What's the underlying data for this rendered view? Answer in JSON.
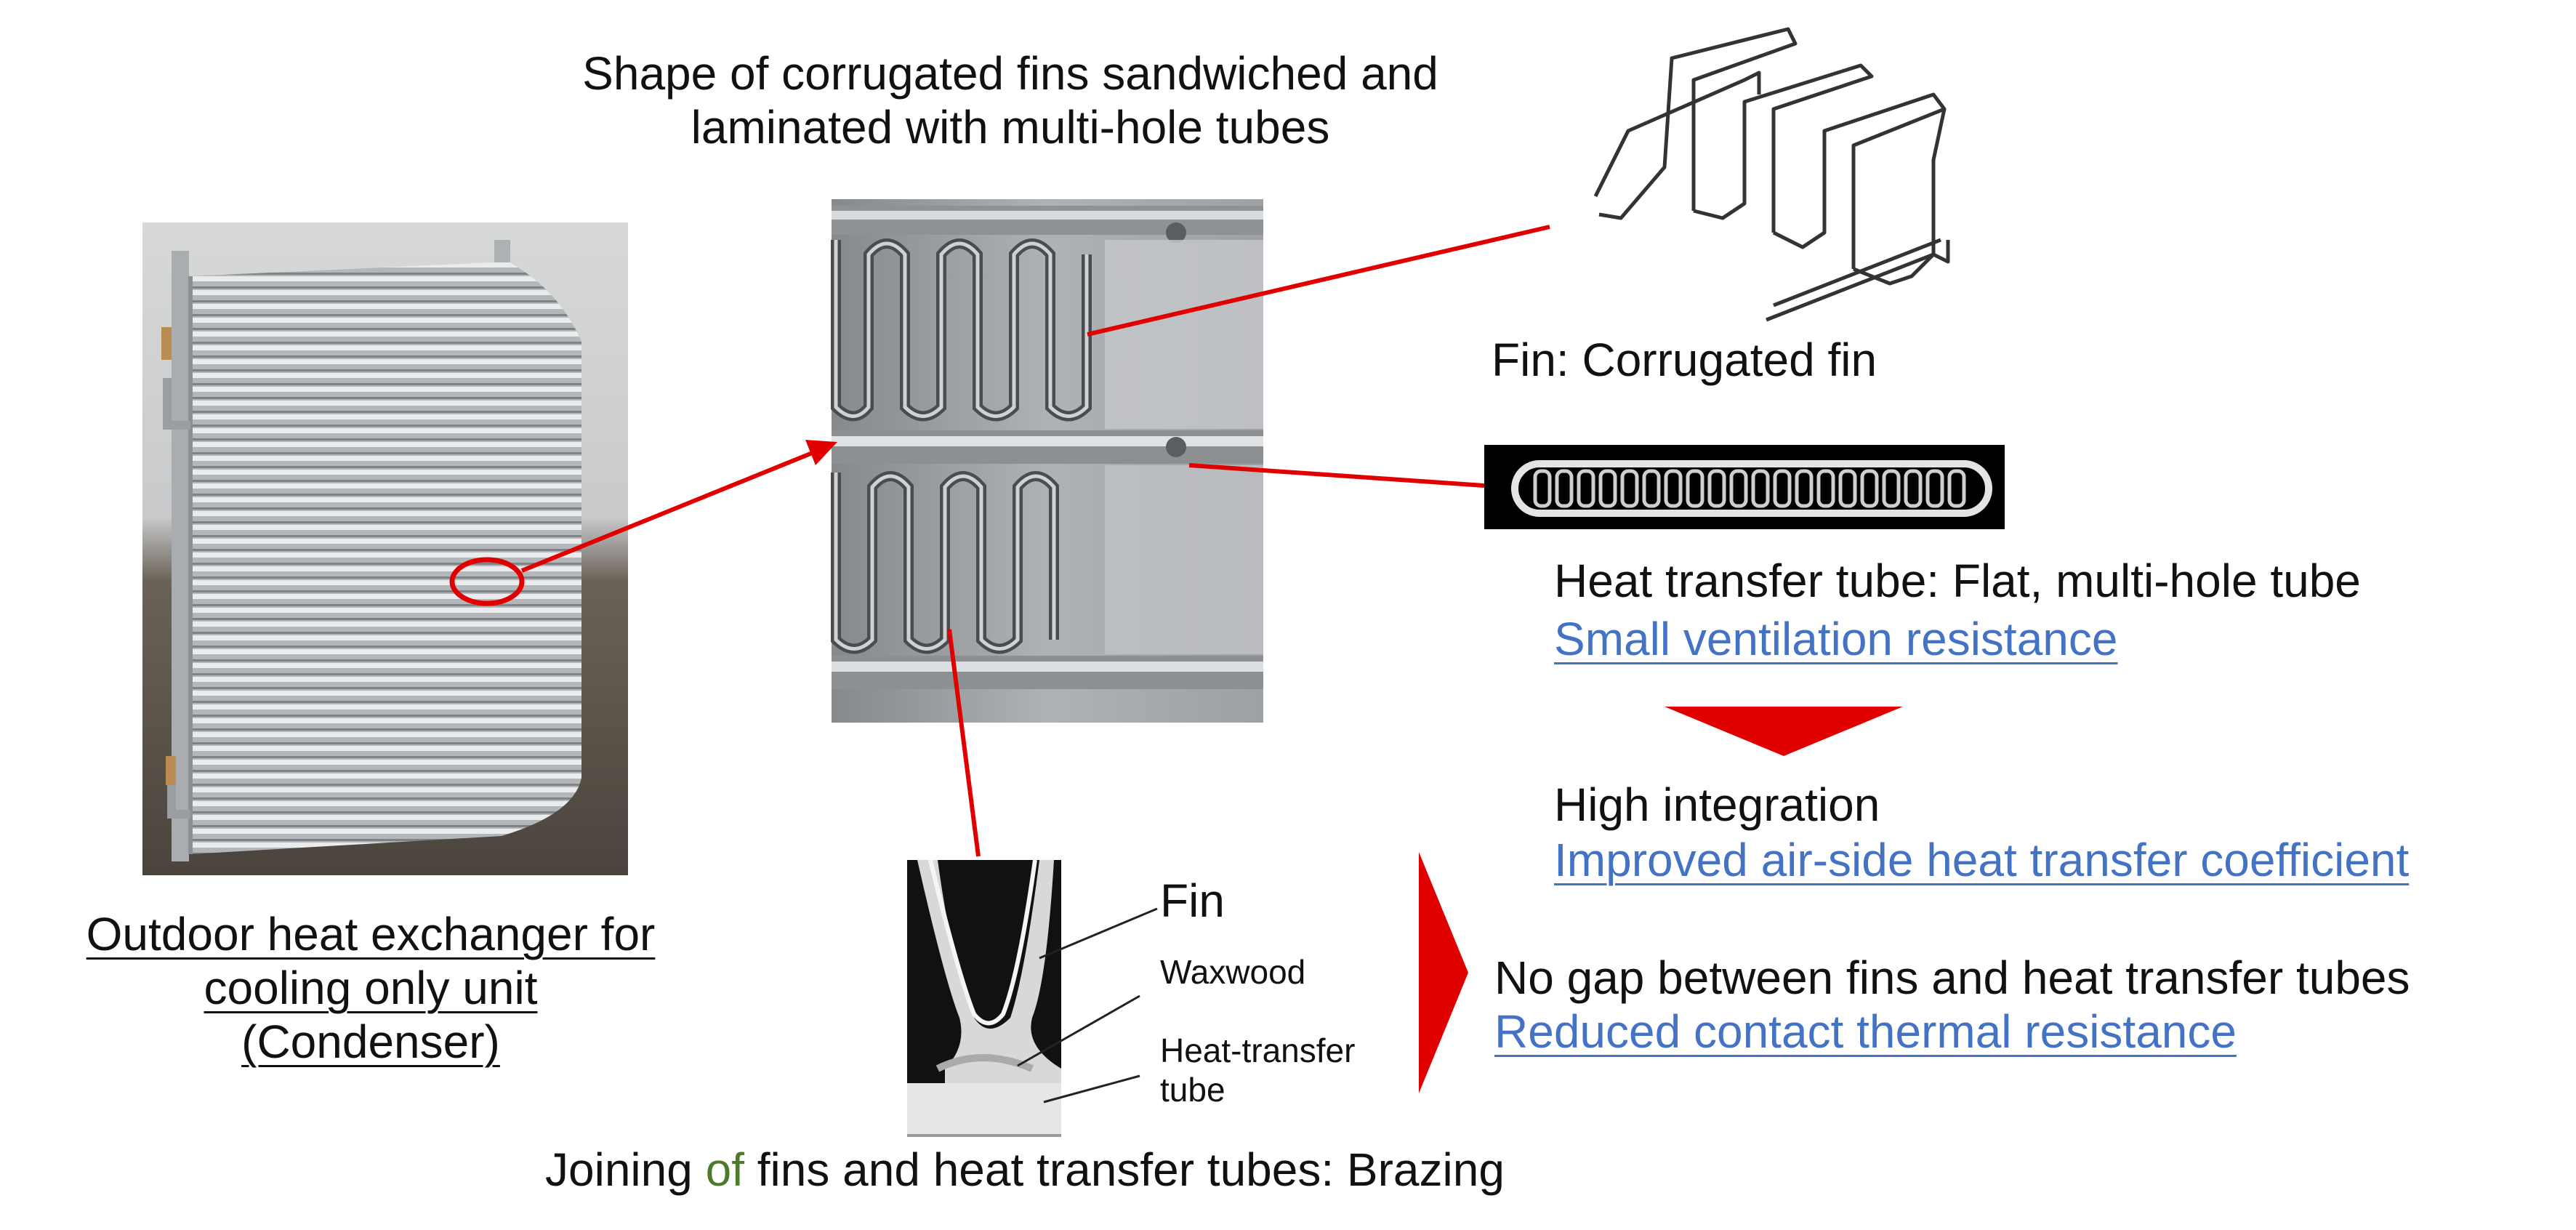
{
  "title_top": {
    "line1": "Shape of corrugated fins sandwiched and",
    "line2": "laminated with multi-hole tubes"
  },
  "condenser_caption": {
    "line1": "Outdoor heat exchanger for ",
    "line2": "cooling only unit",
    "line3": "(Condenser)"
  },
  "fin_caption": "Fin:  Corrugated fin",
  "tube": {
    "label": "Heat transfer tube: Flat, multi-hole tube",
    "benefit": "Small ventilation resistance"
  },
  "integration": {
    "label": "High integration",
    "benefit": "Improved air-side heat transfer coefficient"
  },
  "gap": {
    "label": "No gap between fins and heat transfer tubes",
    "benefit": "Reduced contact thermal resistance"
  },
  "cross_section": {
    "fin": "Fin",
    "waxwood": "Waxwood",
    "tube_line1": "Heat-transfer",
    "tube_line2": "tube"
  },
  "joining": {
    "part1": "Joining ",
    "part2": "of",
    "part3": " fins and heat transfer tubes: Brazing"
  },
  "colors": {
    "arrow": "#e00000",
    "link": "#4472c4",
    "accent_green": "#4e7a2c"
  }
}
